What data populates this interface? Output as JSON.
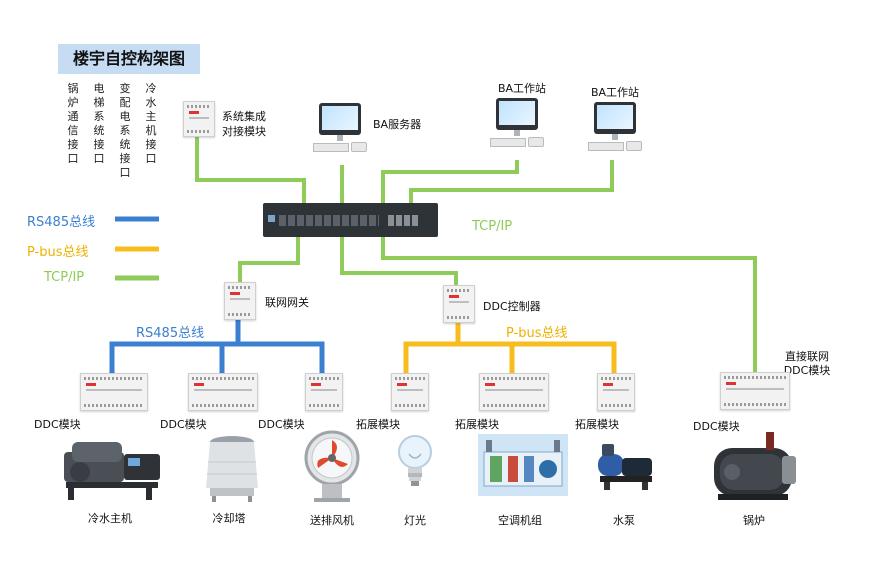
{
  "title": "楼宇自控构架图",
  "interfaces": [
    "锅炉通信接口",
    "电梯系统接口",
    "变配电系统接口",
    "冷水主机接口"
  ],
  "legend": [
    {
      "label": "RS485总线",
      "color": "#3b7fd0"
    },
    {
      "label": "P-bus总线",
      "color": "#f7bd1e"
    },
    {
      "label": "TCP/IP",
      "color": "#8fcb58"
    }
  ],
  "colors": {
    "rs485": "#3b7fd0",
    "pbus": "#f7bd1e",
    "tcpip": "#8fcb58"
  },
  "top": {
    "integration_module": "系统集成对接模块",
    "ba_server": "BA服务器",
    "workstation_1": "BA工作站",
    "workstation_2": "BA工作站",
    "tcpip_label": "TCP/IP"
  },
  "middle": {
    "gateway": "联网网关",
    "ddc_controller": "DDC控制器",
    "rs485_bus": "RS485总线",
    "pbus_bus": "P-bus总线",
    "direct_ddc": "直接联网DDC模块"
  },
  "modules": {
    "ddc_1": "DDC模块",
    "ddc_2": "DDC模块",
    "ddc_3": "DDC模块",
    "ext_1": "拓展模块",
    "ext_2": "拓展模块",
    "ext_3": "拓展模块",
    "ddc_4": "DDC模块"
  },
  "equipment": {
    "chiller": "冷水主机",
    "cooling_tower": "冷却塔",
    "fan": "送排风机",
    "light": "灯光",
    "ahu": "空调机组",
    "pump": "水泵",
    "boiler": "锅炉"
  }
}
